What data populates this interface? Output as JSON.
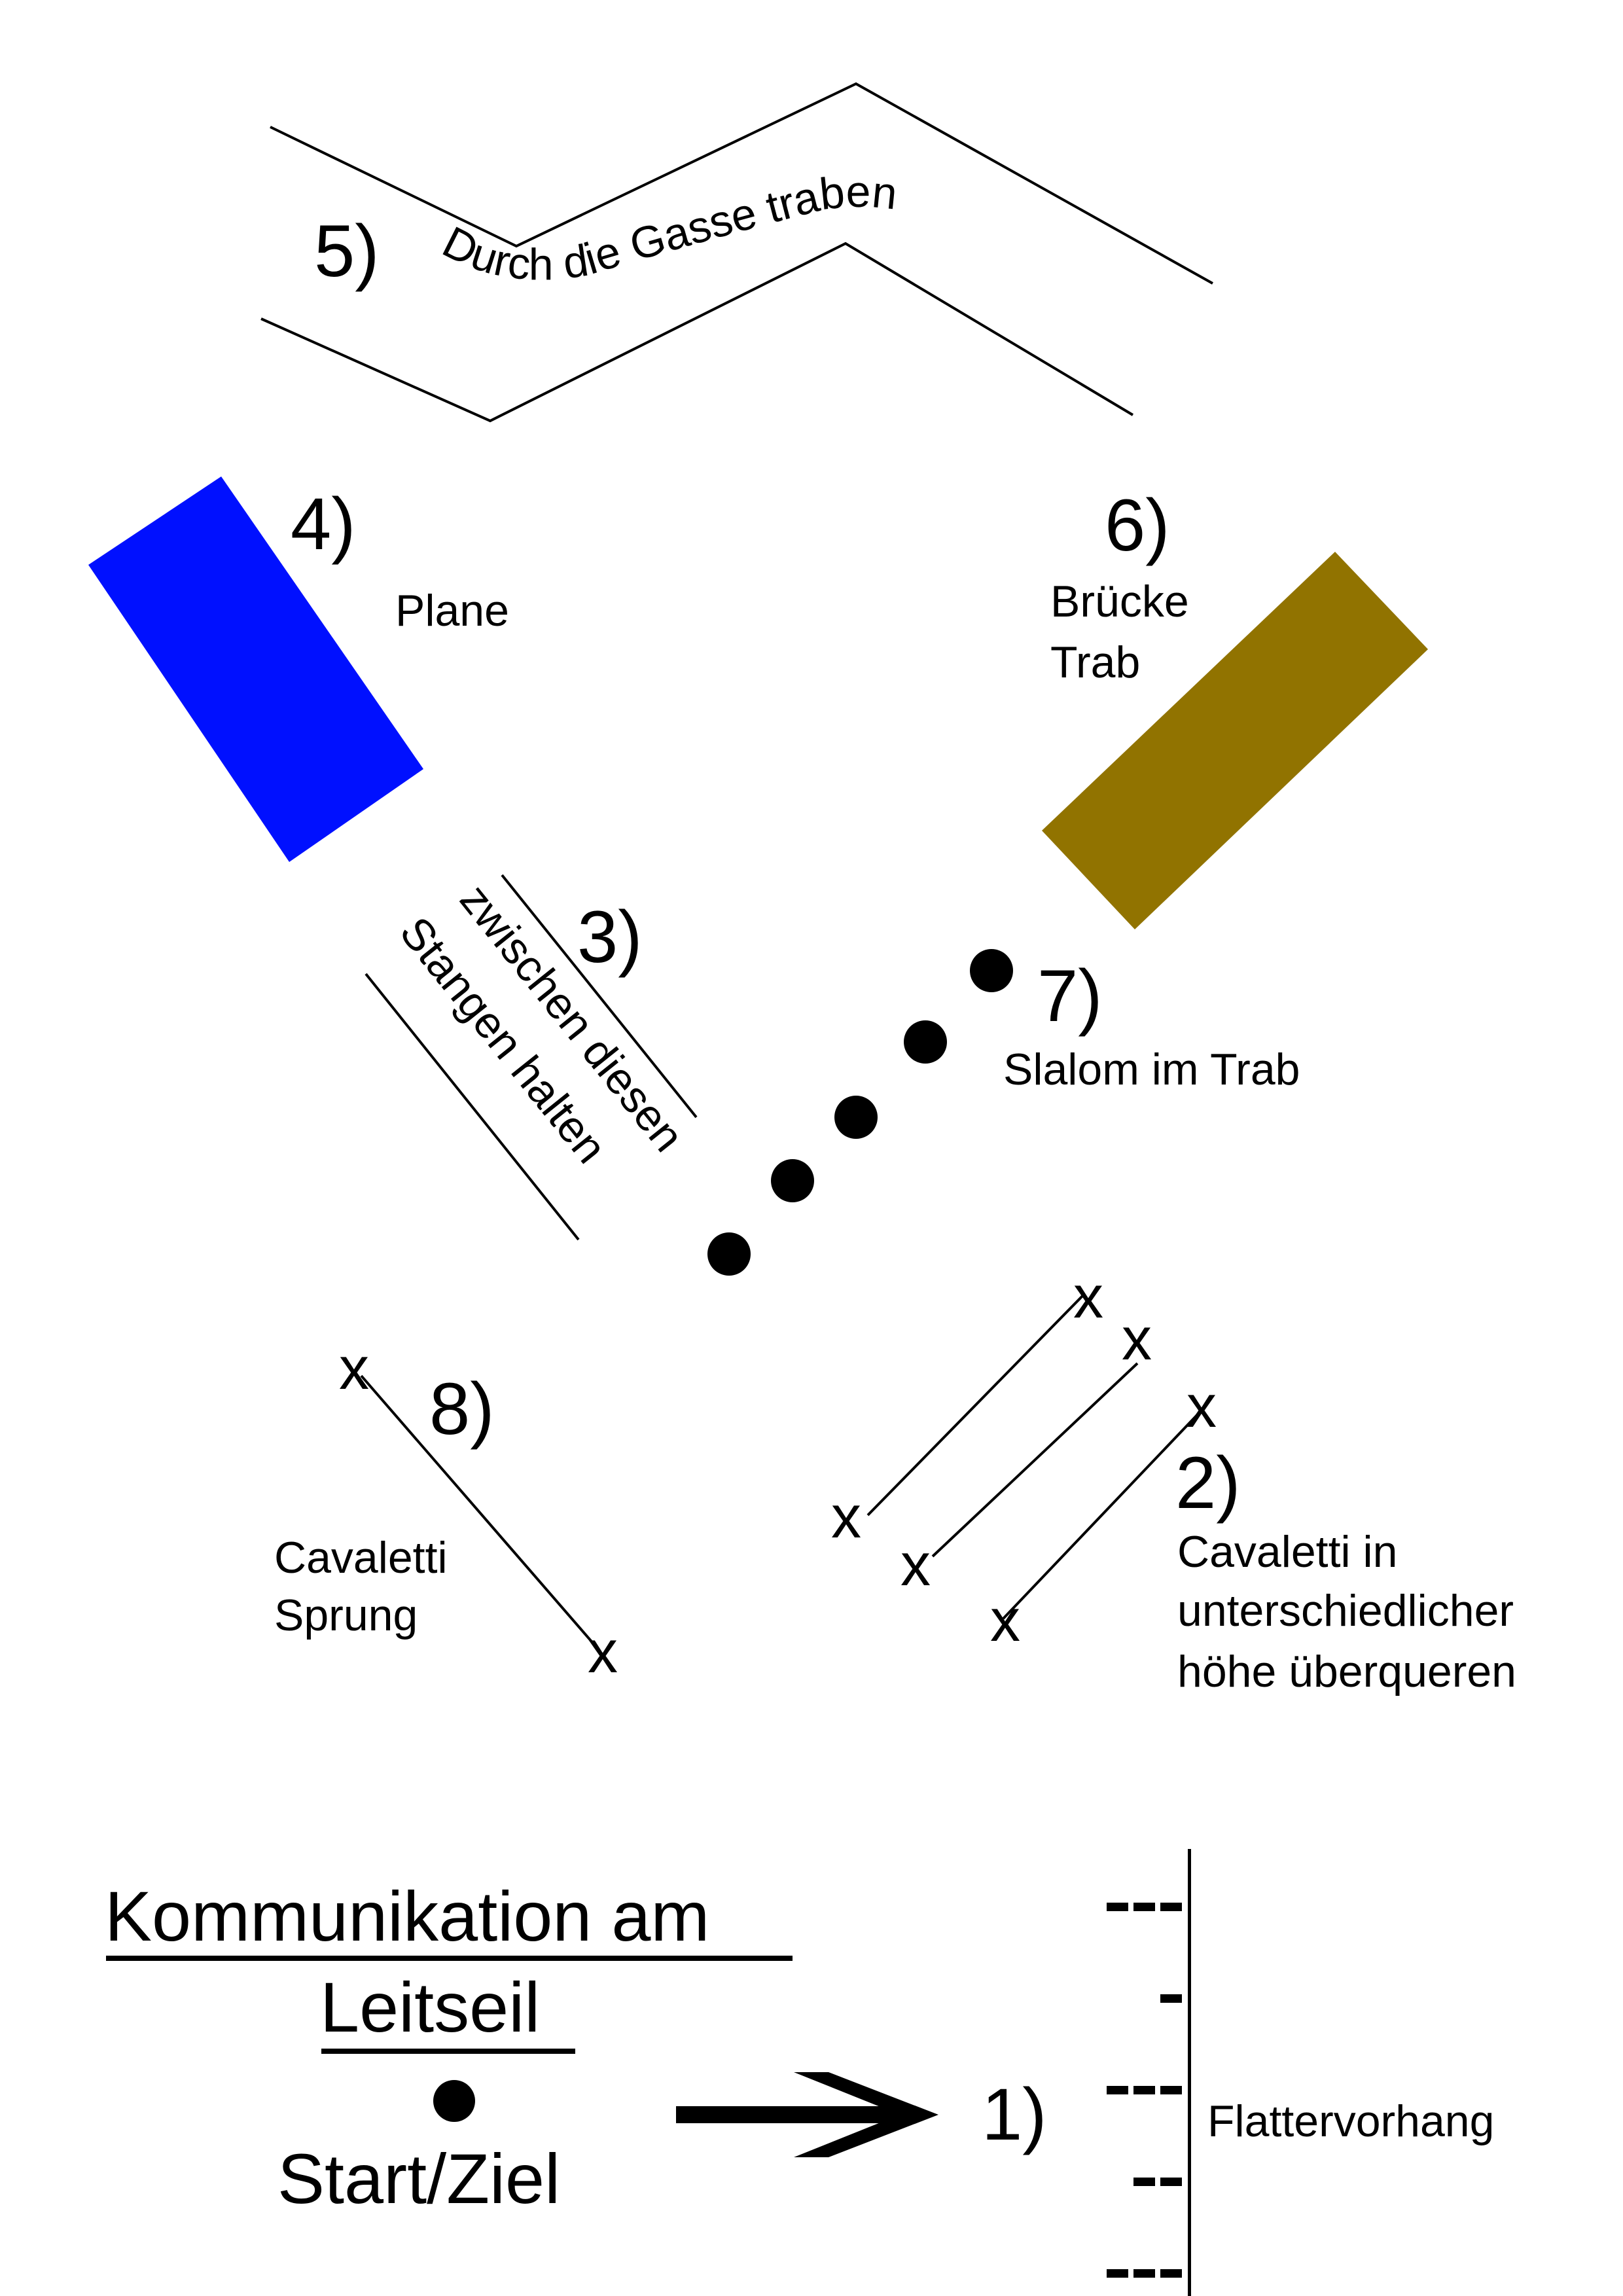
{
  "title": {
    "line1": "Kommunikation am",
    "line2": "Leitseil"
  },
  "colors": {
    "plane": "#0010ff",
    "bridge": "#917300",
    "ink": "#000000"
  },
  "stations": [
    {
      "id": 1,
      "number": "1)",
      "label": "Flattervorhang"
    },
    {
      "id": 2,
      "number": "2)",
      "label_lines": [
        "Cavaletti in",
        "unterschiedlicher",
        "höhe überqueren"
      ]
    },
    {
      "id": 3,
      "number": "3)",
      "label_lines": [
        "zwischen diesen",
        "Stangen halten"
      ]
    },
    {
      "id": 4,
      "number": "4)",
      "label": "Plane"
    },
    {
      "id": 5,
      "number": "5)",
      "label": "Durch die Gasse traben"
    },
    {
      "id": 6,
      "number": "6)",
      "label_lines": [
        "Brücke",
        "Trab"
      ]
    },
    {
      "id": 7,
      "number": "7)",
      "label": "Slalom im Trab"
    },
    {
      "id": 8,
      "number": "8)",
      "label_lines": [
        "Cavaletti",
        "Sprung"
      ]
    }
  ],
  "start": {
    "label": "Start/Ziel"
  },
  "cavaletti_mark": "x",
  "curtain_dashes": [
    "---",
    "-",
    "---",
    "--",
    "---"
  ]
}
